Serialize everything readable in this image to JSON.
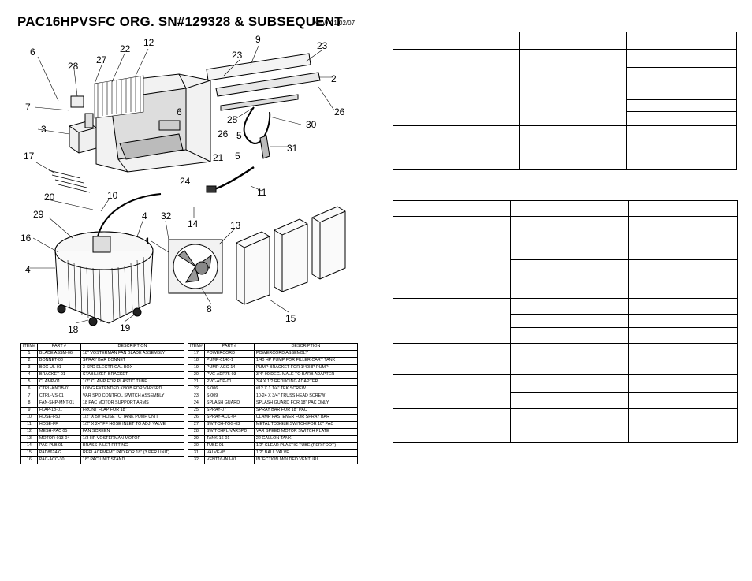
{
  "header": {
    "title": "PAC16HPVSFC  ORG.  SN#129328 & SUBSEQUENT",
    "date": "NEW 01/02/07"
  },
  "diagram": {
    "callouts": [
      "6",
      "28",
      "27",
      "22",
      "12",
      "9",
      "23",
      "23",
      "2",
      "7",
      "6",
      "26",
      "3",
      "25",
      "26",
      "5",
      "30",
      "31",
      "17",
      "21",
      "5",
      "24",
      "20",
      "10",
      "11",
      "29",
      "4",
      "32",
      "14",
      "16",
      "13",
      "1",
      "4",
      "8",
      "15",
      "18",
      "19"
    ]
  },
  "parts_table": {
    "headers": [
      "ITEM#",
      "PART #",
      "DESCRIPTION",
      "ITEM#",
      "PART #",
      "DESCRIPTION"
    ],
    "rows": [
      [
        "1",
        "BLADE ASSM-06",
        "18\" VOSTERMAN FAN BLADE ASSEMBLY",
        "17",
        "POWERCORD",
        "POWERCORD ASSEMBLY"
      ],
      [
        "2",
        "BONNET-03",
        "SPRAY BAR BONNET",
        "18",
        "PUMP-0140-1",
        "1/40 HP PUMP FOR FILLER CART TANK"
      ],
      [
        "3",
        "BOX-UL-01",
        "3-SPD ELECTRICAL BOX",
        "19",
        "PUMP-ACC-14",
        "PUMP BRACKET FOR 1/40HP PUMP"
      ],
      [
        "4",
        "BRACKET-01",
        "STABILIZER BRACKET",
        "20",
        "PVC-ADP75-03",
        "3/4\" 90 DEG. MALE TO BARB ADAPTER"
      ],
      [
        "5",
        "CLAMP-01",
        "1/2\" CLAMP FOR PLASTIC TUBE",
        "21",
        "PVC-ADP-01",
        "3/4 X 1/2 REDUCING ADAPTER"
      ],
      [
        "6",
        "CTRL-KNOB-01",
        "LONG EXTENDED KNOB FOR VAR/SPD",
        "22",
        "S-006",
        "#12 X 1 1/4\" TEK SCREW"
      ],
      [
        "7",
        "CTRL-VS-01",
        "VAR SPD CONTROL SWITCH ASSEMBLY",
        "23",
        "S-009",
        "10-24 X 3/4\" TRUSS HEAD SCREW"
      ],
      [
        "8",
        "FAN-SHP-MNT-01",
        "18 PAC MOTOR SUPPORT ARMS",
        "24",
        "SPLASH GUARD",
        "SPLASH GUARD FOR 18\" PAC ONLY"
      ],
      [
        "9",
        "FLAP-18-01",
        "FRONT FLAP FOR 18\"",
        "25",
        "SPRAY-07",
        "SPRAY BAR FOR 18\" PAC"
      ],
      [
        "10",
        "HOSE-F50",
        "1/2\" X 50\" HOSE TO TANK PUMP UNIT",
        "26",
        "SPRAY-ACC-04",
        "CLAMP FASTENER FOR SPRAY BAR"
      ],
      [
        "11",
        "HOSE-FF",
        "1/2\" X 24\" FF HOSE INLET TO ADJ. VALVE",
        "27",
        "SWITCH-TOG-03",
        "METAL TOGGLE SWITCH FOR 18\" PAC"
      ],
      [
        "12",
        "MESH-PAC 05",
        "FAN SCREEN",
        "28",
        "SWITCHPL-VARSPD",
        "VAR SPEED MOTOR SWITCH PLATE"
      ],
      [
        "13",
        "MOTOR-013-04",
        "1/3 HP VOSTERMAN MOTOR",
        "29",
        "TANK-16-01",
        "22 GALLON TANK"
      ],
      [
        "14",
        "PAC-PLB 01",
        "BRASS INLET FITTING",
        "30",
        "TUBE 01",
        "1/2\" CLEAR PLASTIC TUBE (PER FOOT)"
      ],
      [
        "15",
        "PAD8624/G",
        "REPLACEMEMT PAD FOR 18\" (3 PER UNIT)",
        "31",
        "VALVE-05",
        "1/2\" BALL VALVE"
      ],
      [
        "16",
        "PAC-ACC-30",
        "18\" PAC UNIT STAND",
        "32",
        "VENT16-INJ-01",
        "INJECTION MOLDED VENTURI"
      ]
    ]
  }
}
